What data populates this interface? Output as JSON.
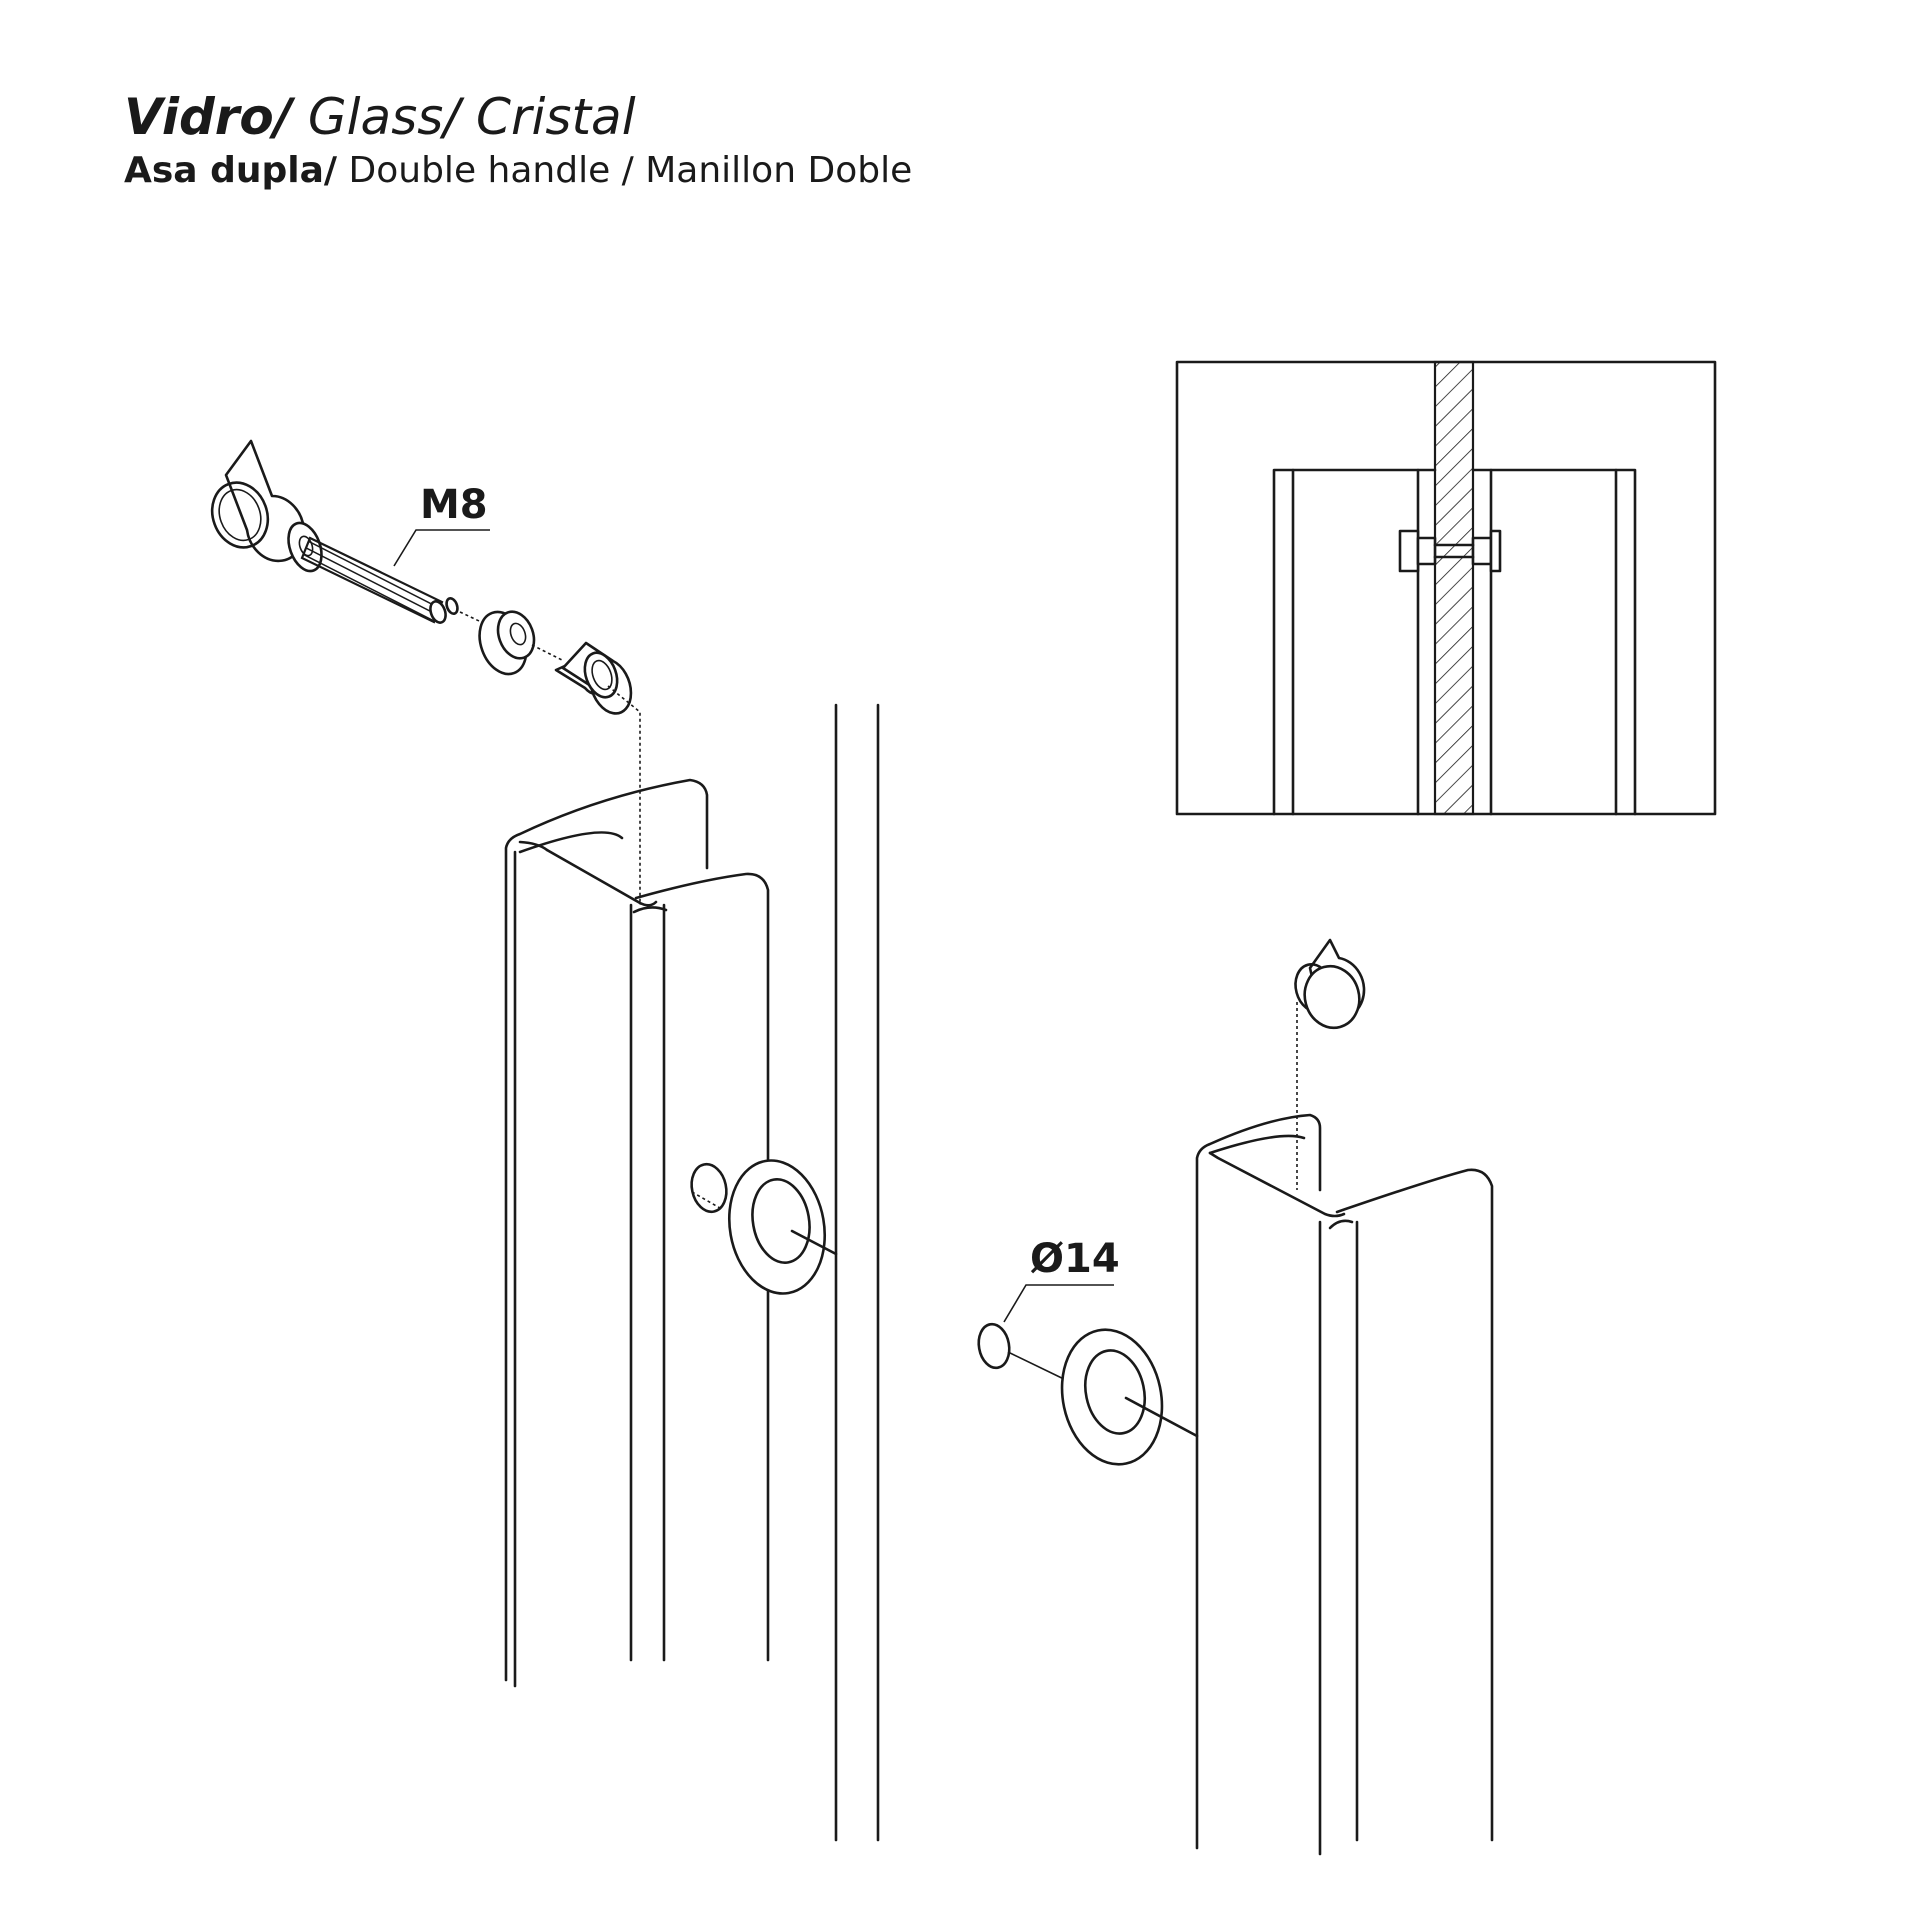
{
  "header": {
    "title_bold": "Vidro/",
    "title_rest": " Glass/ Cristal",
    "subtitle_bold": "Asa dupla/",
    "subtitle_rest": " Double handle / Manillon Doble"
  },
  "callouts": {
    "screw": "M8",
    "hole": "Ø14"
  }
}
